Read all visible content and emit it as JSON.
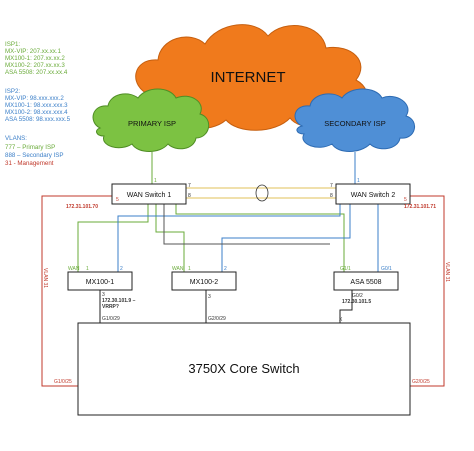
{
  "clouds": {
    "internet": "INTERNET",
    "primary_isp": "PRIMARY ISP",
    "secondary_isp": "SECONDARY ISP"
  },
  "legend": {
    "isp1": {
      "title": "ISP1:",
      "lines": [
        "MX-VIP: 207.xx.xx.1",
        "MX100-1: 207.xx.xx.2",
        "MX100-2: 207.xx.xx.3",
        "ASA 5508: 207.xx.xx.4"
      ]
    },
    "isp2": {
      "title": "ISP2:",
      "lines": [
        "MX-VIP: 98.xxx.xxx.2",
        "MX100-1: 98.xxx.xxx.3",
        "MX100-2: 98.xxx.xxx.4",
        "ASA 5508: 98.xxx.xxx.5"
      ]
    },
    "vlans": {
      "title": "VLANS:",
      "primary": "777 – Primary ISP",
      "secondary": "888 – Secondary ISP",
      "management": "31 - Management"
    }
  },
  "devices": {
    "wan_switch_1": "WAN Switch 1",
    "wan_switch_2": "WAN Switch 2",
    "mx100_1": "MX100-1",
    "mx100_2": "MX100-2",
    "asa_5508": "ASA 5508",
    "core_switch": "3750X Core Switch"
  },
  "labels": {
    "ws1_port_top": "1",
    "ws1_port_right": "7",
    "ws1_port_right2": "8",
    "ws1_port_left": "5",
    "ws1_ip": "172.31.101.70",
    "ws2_port_top": "1",
    "ws2_port_left": "7",
    "ws2_port_left2": "8",
    "ws2_port_right": "5",
    "ws2_ip": "172.31.101.71",
    "vlan31_left": "VLAN 31",
    "vlan31_right": "VLAN 31",
    "mx1_wan": "WAN",
    "mx1_port": "1",
    "mx1_port2": "2",
    "mx1_bottom_port": "3",
    "mx1_ip": "172.30.101.9 –",
    "mx1_vrrp": "VRRP?",
    "mx2_wan": "WAN",
    "mx2_port": "1",
    "mx2_port2": "2",
    "mx2_bottom_port": "3",
    "asa_g11": "G1/1",
    "asa_g01": "G0/1",
    "asa_g02": "G0/2",
    "asa_ip": "172.30.101.5",
    "core_g1_0_29": "G1/0/29",
    "core_g2_0_29": "G2/0/29",
    "core_x": "X",
    "core_g1_0_25": "G1/0/25",
    "core_g2_0_25": "G2/0/25"
  },
  "colors": {
    "orange_cloud": "#f07a1c",
    "green_cloud": "#7cc242",
    "blue_cloud": "#4f8fd6",
    "isp1_green": "#6aab3a",
    "isp2_blue": "#3b7fc8",
    "mgmt_red": "#c0392b",
    "line_dark": "#222222"
  }
}
